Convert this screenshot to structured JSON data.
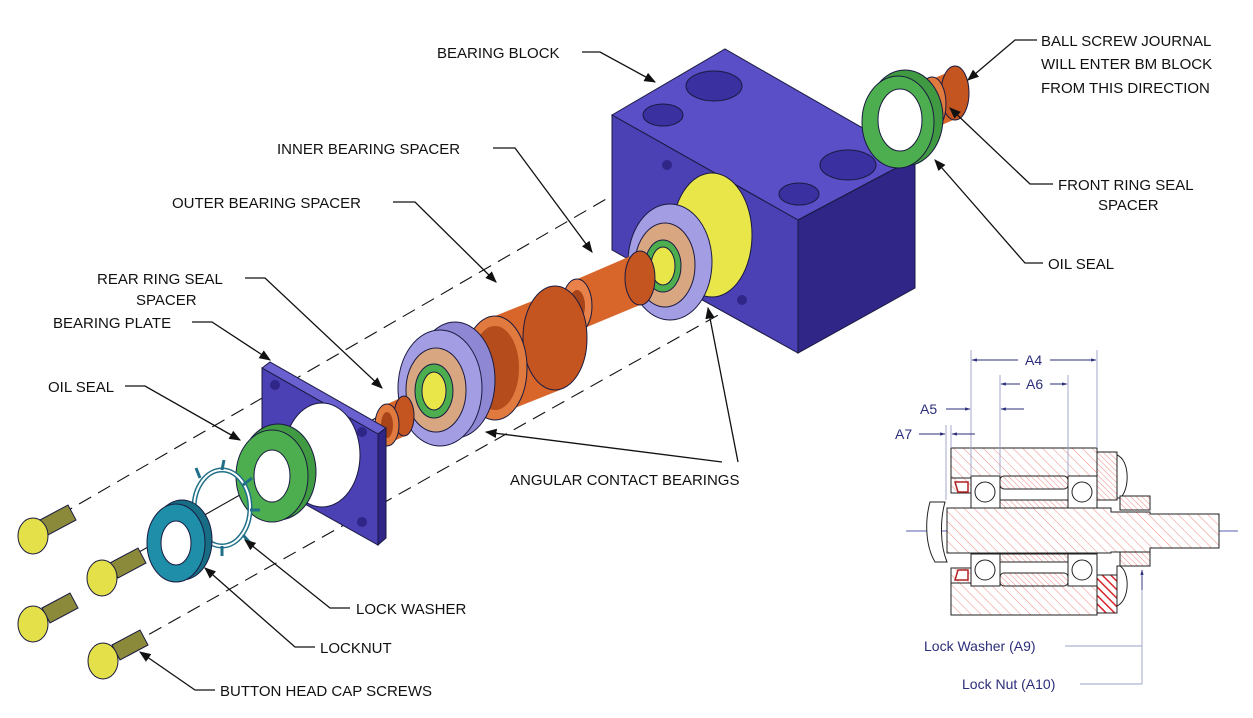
{
  "labels": {
    "bearing_block": "BEARING BLOCK",
    "ball_screw_1": "BALL SCREW JOURNAL",
    "ball_screw_2": "WILL ENTER BM BLOCK",
    "ball_screw_3": "FROM THIS DIRECTION",
    "front_ring_1": "FRONT RING SEAL",
    "front_ring_2": "SPACER",
    "oil_seal_right": "OIL SEAL",
    "inner_spacer": "INNER BEARING SPACER",
    "outer_spacer": "OUTER BEARING SPACER",
    "rear_ring_1": "REAR RING SEAL",
    "rear_ring_2": "SPACER",
    "bearing_plate": "BEARING PLATE",
    "oil_seal_left": "OIL SEAL",
    "angular_bearings": "ANGULAR CONTACT BEARINGS",
    "lock_washer": "LOCK WASHER",
    "locknut": "LOCKNUT",
    "screws": "BUTTON HEAD CAP SCREWS"
  },
  "section": {
    "a4": "A4",
    "a6": "A6",
    "a5": "A5",
    "a7": "A7",
    "lock_washer": "Lock Washer (A9)",
    "lock_nut": "Lock Nut (A10)"
  },
  "colors": {
    "block": "#4b40b4",
    "orange": "#d8652a",
    "green": "#4dae4f",
    "yellow": "#e9e64a",
    "lavender": "#a39de3",
    "teal": "#1f8ea8",
    "hatch": "#e8504a",
    "dimension": "#2b2e7a"
  }
}
